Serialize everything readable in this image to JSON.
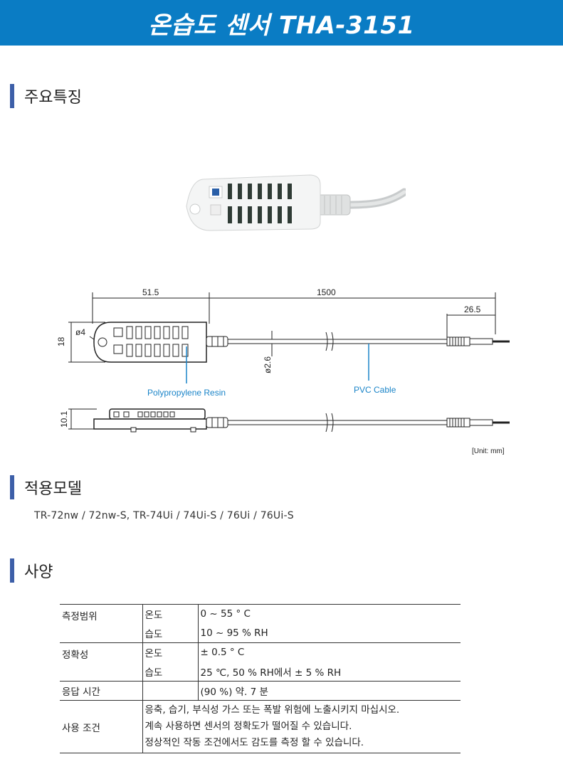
{
  "header": {
    "title": "온습도 센서 THA-3151"
  },
  "sections": {
    "features": "주요특징",
    "models": "적용모델",
    "spec": "사양"
  },
  "drawing": {
    "dim_body_length": "51.5",
    "dim_cable_length": "1500",
    "dim_plug_length": "26.5",
    "dim_height": "18",
    "dim_hole": "ø4",
    "dim_cable_dia": "ø2.6",
    "dim_thickness": "10.1",
    "label_resin": "Polypropylene Resin",
    "label_cable": "PVC Cable",
    "unit_note": "[Unit: mm]"
  },
  "models_text": "TR-72nw / 72nw-S, TR-74Ui / 74Ui-S / 76Ui / 76Ui-S",
  "spec_table": {
    "measure_range": "측정범위",
    "accuracy": "정확성",
    "response": "응답 시간",
    "conditions": "사용 조건",
    "temp": "온도",
    "humid": "습도",
    "range_temp": "0 ~ 55 ° C",
    "range_humid": "10 ~ 95 % RH",
    "acc_temp": "± 0.5 ° C",
    "acc_humid": "25 ℃, 50 % RH에서 ± 5 % RH",
    "response_value": "(90 %) 약. 7 분",
    "cond_line1": "응축, 습기, 부식성 가스 또는 폭발 위험에 노출시키지 마십시오.",
    "cond_line2": "계속 사용하면 센서의 정확도가 떨어질 수 있습니다.",
    "cond_line3": "정상적인 작동 조건에서도 감도를 측정 할 수 있습니다."
  }
}
